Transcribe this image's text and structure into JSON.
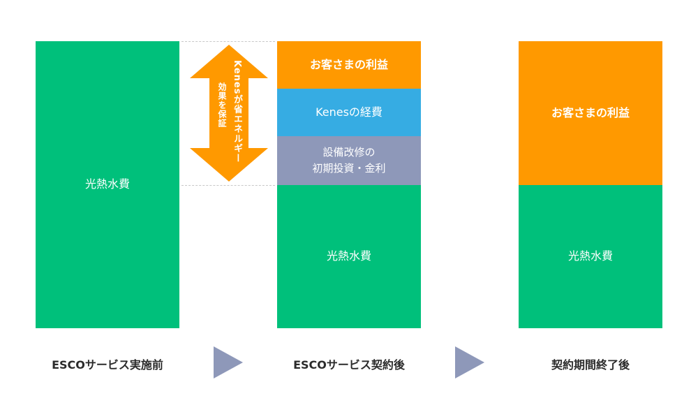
{
  "colors": {
    "green": "#00c07b",
    "orange": "#ff9900",
    "blue": "#36ace3",
    "gray_blue": "#8e98b9",
    "step_arrow": "#8e98b9",
    "label_text": "#2b2b2b"
  },
  "columns": [
    {
      "label": "ESCOサービス実施前",
      "segments": [
        {
          "text": "光熱水費",
          "color": "#00c07b"
        }
      ]
    },
    {
      "label": "ESCOサービス契約後",
      "segments": [
        {
          "text": "お客さまの利益",
          "color": "#ff9900"
        },
        {
          "text": "Kenesの経費",
          "color": "#36ace3"
        },
        {
          "lines": [
            "設備改修の",
            "初期投資・金利"
          ],
          "color": "#8e98b9"
        },
        {
          "text": "光熱水費",
          "color": "#00c07b"
        }
      ]
    },
    {
      "label": "契約期間終了後",
      "segments": [
        {
          "text": "お客さまの利益",
          "color": "#ff9900"
        },
        {
          "text": "光熱水費",
          "color": "#00c07b"
        }
      ]
    }
  ],
  "guarantee_arrow": {
    "line1": "Kenesが省エネルギー",
    "line2": "効果を保証",
    "color": "#ff9900"
  },
  "step_arrows": [
    "triangle-right-icon",
    "triangle-right-icon"
  ]
}
